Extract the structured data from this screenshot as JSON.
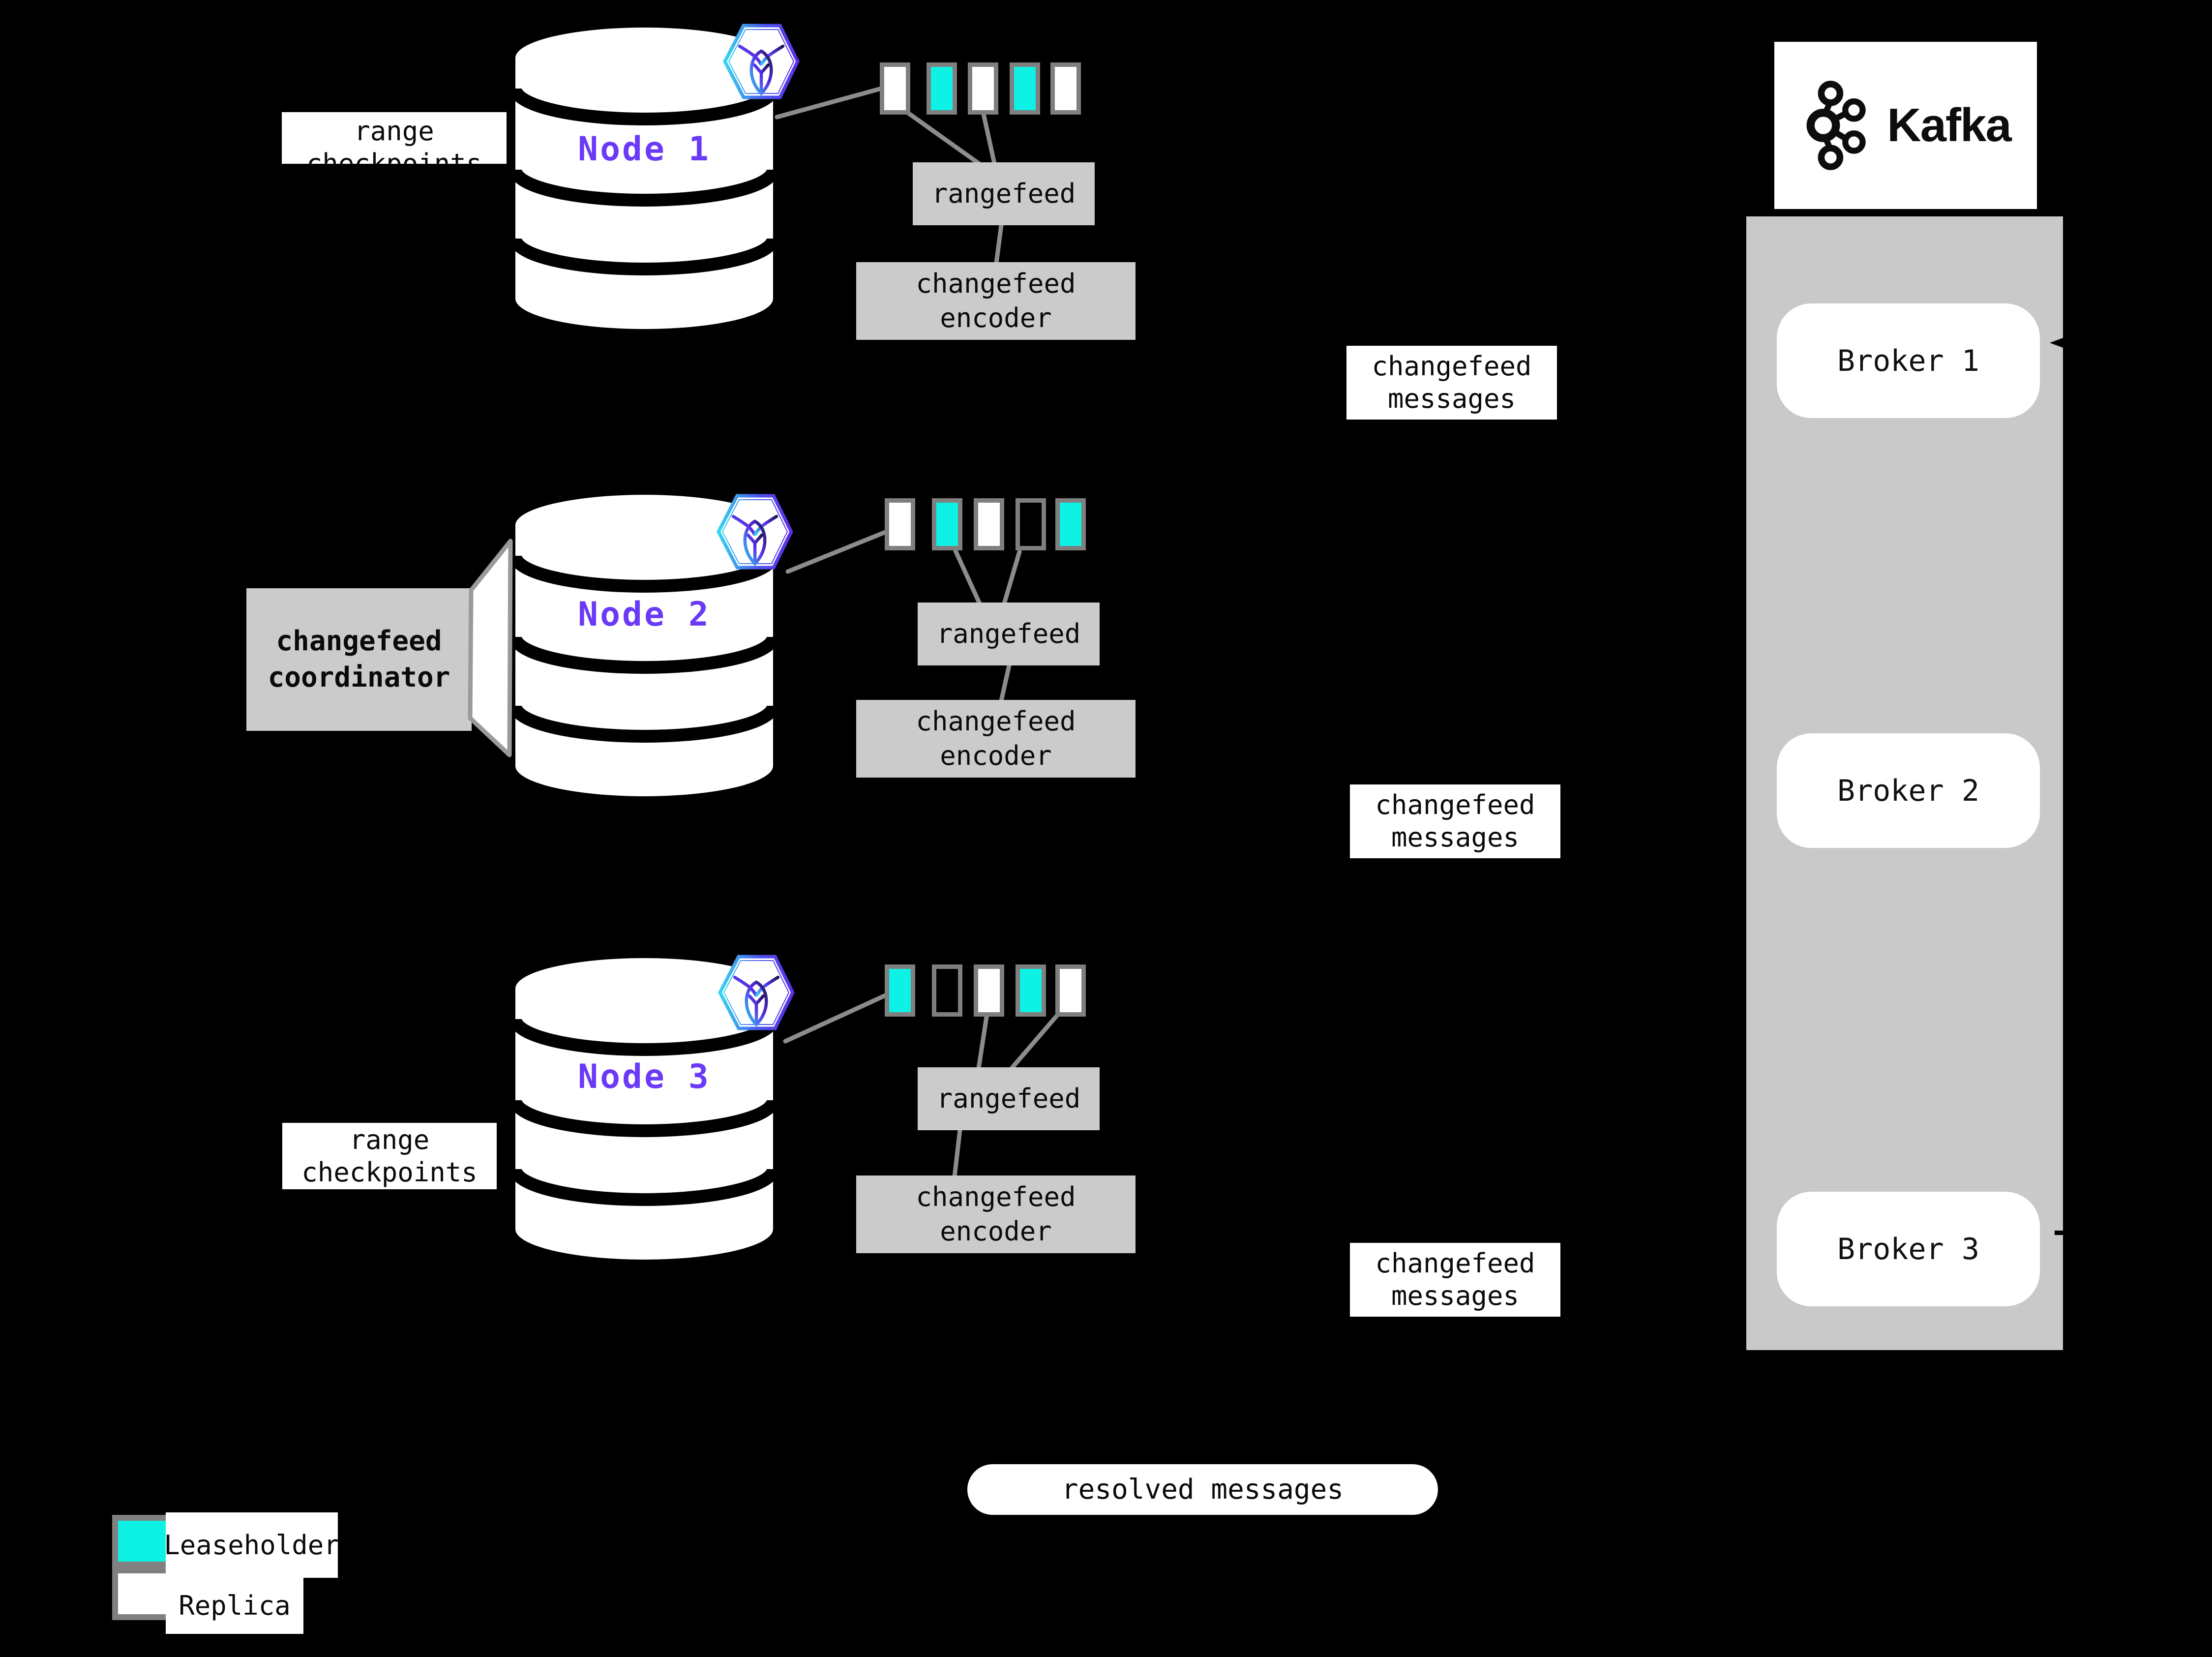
{
  "colors": {
    "background": "#000000",
    "leaseholder_fill": "#0DF2E4",
    "replica_fill": "#FFFFFF",
    "range_border": "#7F7F7F",
    "process_box_fill": "#CBCBCB",
    "connector_gray": "#8C8C8C",
    "node_label_purple": "#6B3AF7",
    "kafka_container_fill": "#C9C9C9",
    "hex_gradient_start": "#35D6F0",
    "hex_gradient_end": "#5B2EE8"
  },
  "nodes": [
    {
      "name": "Node 1",
      "ranges": [
        "replica",
        "leaseholder",
        "replica",
        "leaseholder",
        "replica"
      ]
    },
    {
      "name": "Node 2",
      "ranges": [
        "replica",
        "leaseholder",
        "replica",
        "empty",
        "leaseholder"
      ]
    },
    {
      "name": "Node 3",
      "ranges": [
        "leaseholder",
        "empty",
        "replica",
        "leaseholder",
        "replica"
      ]
    }
  ],
  "labels": {
    "range_checkpoints_top": "range\ncheckpoints",
    "range_checkpoints_bottom": "range\ncheckpoints",
    "changefeed_coordinator": "changefeed\ncoordinator",
    "rangefeed": "rangefeed",
    "changefeed_encoder": "changefeed\nencoder",
    "changefeed_messages": "changefeed\nmessages",
    "resolved_messages": "resolved messages"
  },
  "kafka": {
    "title": "Kafka",
    "brokers": [
      "Broker 1",
      "Broker 2",
      "Broker 3"
    ]
  },
  "legend": [
    {
      "type": "leaseholder",
      "label": "Leaseholder"
    },
    {
      "type": "replica",
      "label": "Replica"
    }
  ]
}
